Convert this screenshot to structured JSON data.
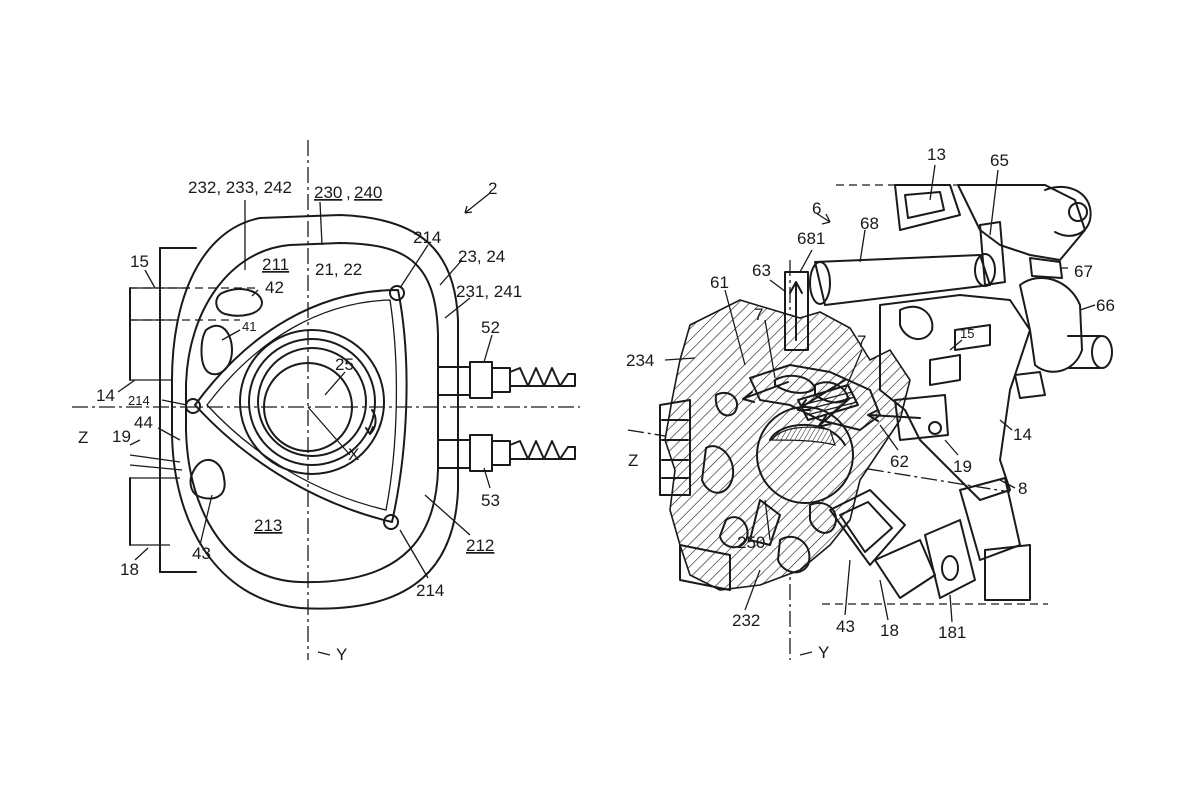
{
  "left_figure": {
    "labels": {
      "ref_2": "2",
      "ref_232": "232, 233, 242",
      "ref_230": "230",
      "ref_240": "240",
      "ref_214_top": "214",
      "ref_23_24": "23, 24",
      "ref_231_241": "231, 241",
      "ref_211": "211",
      "ref_21_22": "21, 22",
      "ref_15": "15",
      "ref_42": "42",
      "ref_41": "41",
      "ref_52": "52",
      "ref_25": "25",
      "ref_14": "14",
      "ref_214_left": "214",
      "ref_44": "44",
      "ref_19": "19",
      "ref_x": "X",
      "ref_z": "Z",
      "ref_53": "53",
      "ref_213": "213",
      "ref_212": "212",
      "ref_43": "43",
      "ref_18": "18",
      "ref_214_bottom": "214",
      "ref_y": "Y"
    }
  },
  "right_figure": {
    "labels": {
      "ref_13": "13",
      "ref_65": "65",
      "ref_6": "6",
      "ref_68": "68",
      "ref_681": "681",
      "ref_63": "63",
      "ref_67": "67",
      "ref_61": "61",
      "ref_66": "66",
      "ref_7a": "7",
      "ref_15": "15",
      "ref_234": "234",
      "ref_7b": "7",
      "ref_14": "14",
      "ref_z": "Z",
      "ref_62": "62",
      "ref_19": "19",
      "ref_8": "8",
      "ref_250": "250",
      "ref_232": "232",
      "ref_43": "43",
      "ref_18": "18",
      "ref_181": "181",
      "ref_y": "Y"
    }
  }
}
